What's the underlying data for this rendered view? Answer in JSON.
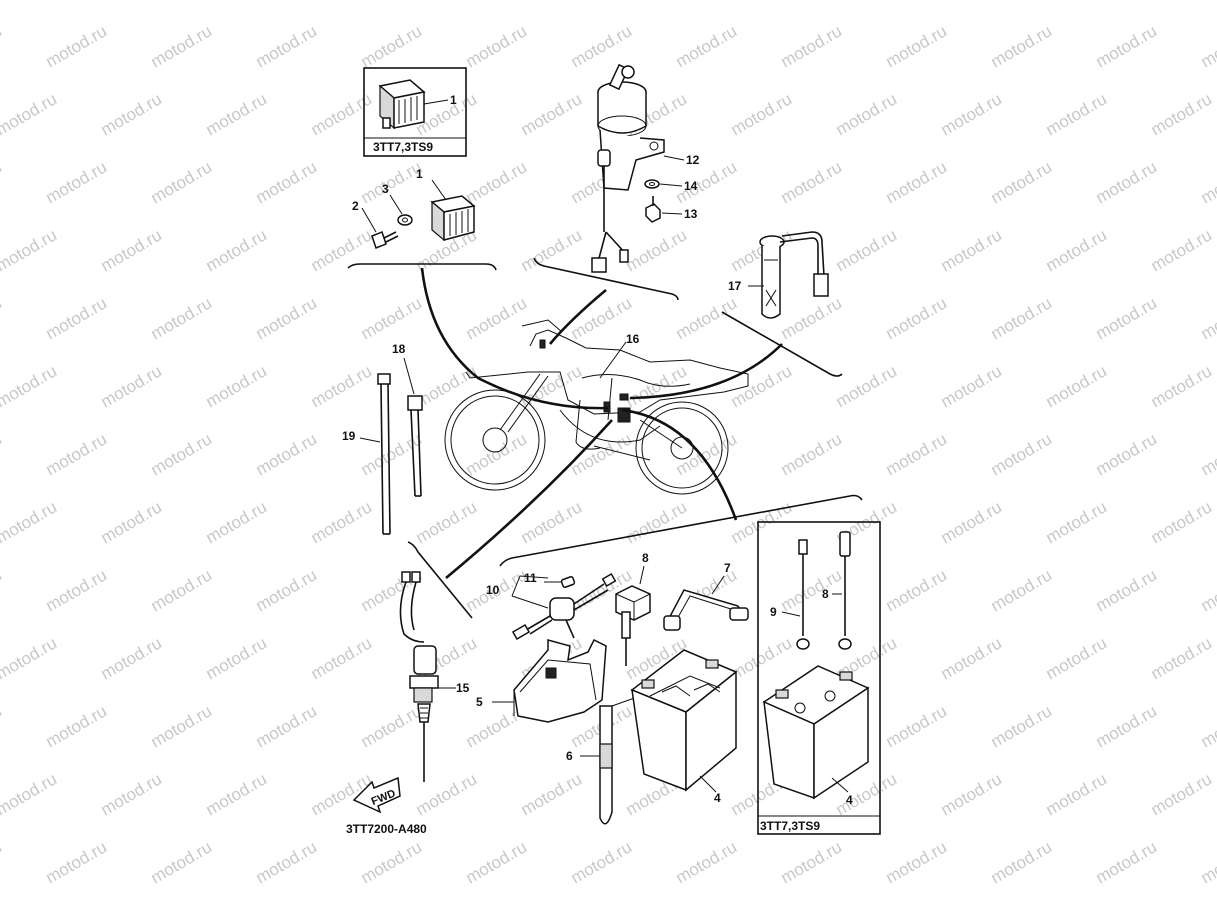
{
  "diagram": {
    "code": "3TT7200-A480",
    "watermark": "motod.ru",
    "fwd_label": "FWD",
    "boxes": {
      "rectifier_variant": "3TT7,3TS9",
      "battery_variant": "3TT7,3TS9"
    },
    "callouts": {
      "c1a": "1",
      "c1b": "1",
      "c2": "2",
      "c3": "3",
      "c4a": "4",
      "c4b": "4",
      "c5": "5",
      "c6": "6",
      "c7": "7",
      "c8a": "8",
      "c8b": "8",
      "c9": "9",
      "c10": "10",
      "c11": "11",
      "c12": "12",
      "c13": "13",
      "c14": "14",
      "c15": "15",
      "c16": "16",
      "c17": "17",
      "c18": "18",
      "c19": "19"
    }
  }
}
